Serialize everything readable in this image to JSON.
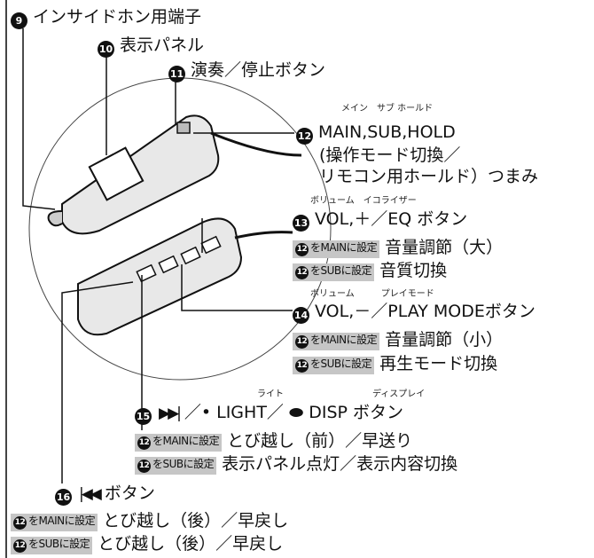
{
  "colors": {
    "badge": "#111111",
    "tag_bg": "#c6c6c6",
    "line": "#111111",
    "body_fill": "#e8e8e8"
  },
  "items": {
    "n9": {
      "num": "9",
      "label": "インサイドホン用端子"
    },
    "n10": {
      "num": "10",
      "label": "表示パネル"
    },
    "n11": {
      "num": "11",
      "label": "演奏／停止ボタン"
    },
    "n12": {
      "num": "12",
      "ruby": "メイン　サブ ホールド",
      "line1": "MAIN,SUB,HOLD",
      "line2": "(操作モード切換／",
      "line3": "リモコン用ホールド）つまみ"
    },
    "n13": {
      "num": "13",
      "ruby": "ボリューム　イコライザー",
      "label": "VOL,＋／EQ ボタン",
      "main_tag": "をMAINに設定",
      "main_text": "音量調節（大）",
      "sub_tag": "をSUBに設定",
      "sub_text": "音質切換"
    },
    "n14": {
      "num": "14",
      "ruby": "ボリューム　　　プレイモード",
      "label": "VOL,－／PLAY MODEボタン",
      "main_tag": "をMAINに設定",
      "main_text": "音量調節（小）",
      "sub_tag": "をSUBに設定",
      "sub_text": "再生モード切換"
    },
    "n15": {
      "num": "15",
      "ruby_light": "ライト",
      "ruby_disp": "ディスプレイ",
      "symbol_ff": "▶▶|",
      "light": "／• LIGHT／",
      "symbol_disp": "⬬",
      "disp": "DISP ボタン",
      "main_tag": "をMAINに設定",
      "main_text": "とび越し（前）／早送り",
      "sub_tag": "をSUBに設定",
      "sub_text": "表示パネル点灯／表示内容切換"
    },
    "n16": {
      "num": "16",
      "symbol_rew": "|◀◀",
      "label": "ボタン",
      "main_tag": "をMAINに設定",
      "main_text": "とび越し（後）／早戻し",
      "sub_tag": "をSUBに設定",
      "sub_text": "とび越し（後）／早戻し"
    }
  },
  "ref_num": "12"
}
